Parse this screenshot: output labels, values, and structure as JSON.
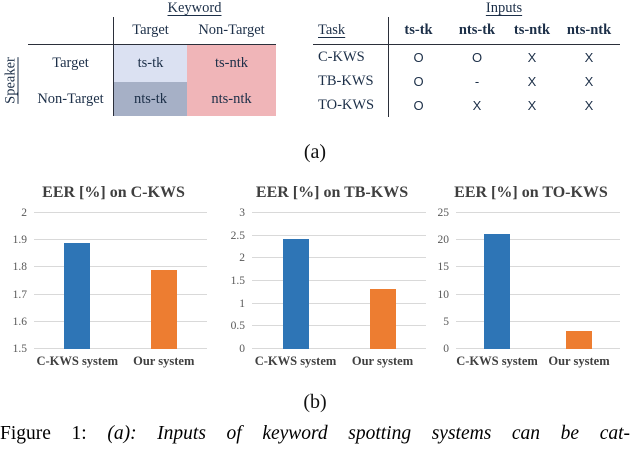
{
  "figure": {
    "panel_a_label": "(a)",
    "panel_b_label": "(b)",
    "caption_prefix": "Figure 1:",
    "caption_italic": "(a): Inputs of keyword spotting systems can be cat-"
  },
  "keyword_table": {
    "title": "Keyword",
    "row_axis_label": "Speaker",
    "col_headers": [
      "Target",
      "Non-Target"
    ],
    "rows": [
      {
        "label": "Target",
        "cells": [
          {
            "text": "ts-tk",
            "bg": "#dbe1f2"
          },
          {
            "text": "ts-ntk",
            "bg": "#f0b5b8"
          }
        ]
      },
      {
        "label": "Non-Target",
        "cells": [
          {
            "text": "nts-tk",
            "bg": "#a6b0c6"
          },
          {
            "text": "nts-ntk",
            "bg": "#f0b5b8"
          }
        ]
      }
    ]
  },
  "inputs_table": {
    "title": "Inputs",
    "task_header": "Task",
    "col_headers": [
      "ts-tk",
      "nts-tk",
      "ts-ntk",
      "nts-ntk"
    ],
    "rows": [
      {
        "task": "C-KWS",
        "marks": [
          "O",
          "O",
          "X",
          "X"
        ]
      },
      {
        "task": "TB-KWS",
        "marks": [
          "O",
          "-",
          "X",
          "X"
        ]
      },
      {
        "task": "TO-KWS",
        "marks": [
          "O",
          "X",
          "X",
          "X"
        ]
      }
    ]
  },
  "chart_data": [
    {
      "type": "bar",
      "title": "EER [%] on C-KWS",
      "categories": [
        "C-KWS system",
        "Our system"
      ],
      "values": [
        1.89,
        1.79
      ],
      "ylim": [
        1.5,
        2.0
      ],
      "ytick_labels": [
        "1.5",
        "1.6",
        "1.7",
        "1.8",
        "1.9",
        "2"
      ],
      "bar_colors": [
        "#2e75b6",
        "#ed7d31"
      ],
      "xlabel": "",
      "ylabel": "",
      "grid": true,
      "legend": false
    },
    {
      "type": "bar",
      "title": "EER [%] on TB-KWS",
      "categories": [
        "C-KWS system",
        "Our system"
      ],
      "values": [
        2.43,
        1.33
      ],
      "ylim": [
        0,
        3
      ],
      "ytick_labels": [
        "0",
        "0.5",
        "1",
        "1.5",
        "2",
        "2.5",
        "3"
      ],
      "bar_colors": [
        "#2e75b6",
        "#ed7d31"
      ],
      "xlabel": "",
      "ylabel": "",
      "grid": true,
      "legend": false
    },
    {
      "type": "bar",
      "title": "EER [%] on TO-KWS",
      "categories": [
        "C-KWS system",
        "Our system"
      ],
      "values": [
        21.2,
        3.3
      ],
      "ylim": [
        0,
        25
      ],
      "ytick_labels": [
        "0",
        "5",
        "10",
        "15",
        "20",
        "25"
      ],
      "bar_colors": [
        "#2e75b6",
        "#ed7d31"
      ],
      "xlabel": "",
      "ylabel": "",
      "grid": true,
      "legend": false
    }
  ],
  "colors": {
    "bar_blue": "#2e75b6",
    "bar_orange": "#ed7d31",
    "table_text": "#1c2f48",
    "cell_lavender": "#dbe1f2",
    "cell_gray_blue": "#a6b0c6",
    "cell_pink": "#f0b5b8",
    "gridline": "#d9d9d9",
    "axis_text": "#595959",
    "chart_title_text": "#3f3f3f"
  }
}
